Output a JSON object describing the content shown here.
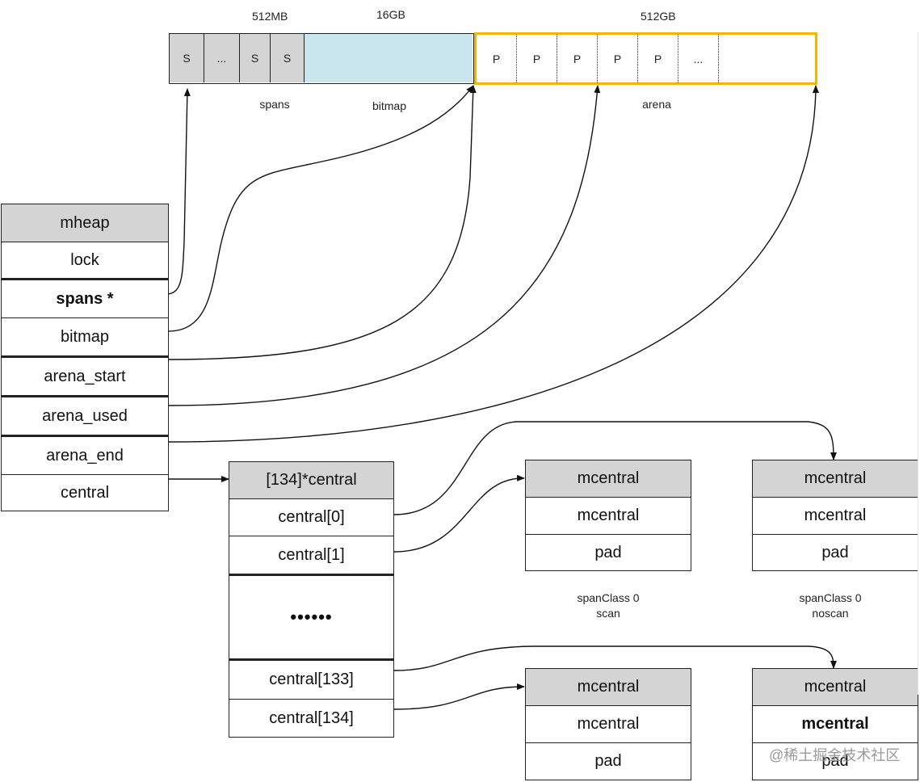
{
  "memory": {
    "sizes": {
      "spans": "512MB",
      "bitmap": "16GB",
      "arena": "512GB"
    },
    "span_cells": [
      "S",
      "...",
      "S",
      "S"
    ],
    "page_cells": [
      "P",
      "P",
      "P",
      "P",
      "P",
      "..."
    ],
    "labels": {
      "spans": "spans",
      "bitmap": "bitmap",
      "arena": "arena"
    },
    "colors": {
      "bitmap_fill": "#c9e6ef",
      "arena_border": "#f2b705",
      "span_fill": "#d4d4d4"
    }
  },
  "mheap": {
    "title": "mheap",
    "fields": [
      "lock",
      "spans *",
      "bitmap",
      "arena_start",
      "arena_used",
      "arena_end",
      "central"
    ]
  },
  "central_array": {
    "title": "[134]*central",
    "rows": [
      "central[0]",
      "central[1]",
      "••••••",
      "central[133]",
      "central[134]"
    ]
  },
  "mcentral_boxes": [
    {
      "title": "mcentral",
      "rows": [
        "mcentral",
        "pad"
      ]
    },
    {
      "title": "mcentral",
      "rows": [
        "mcentral",
        "pad"
      ]
    },
    {
      "title": "mcentral",
      "rows": [
        "mcentral",
        "pad"
      ]
    },
    {
      "title": "mcentral",
      "rows": [
        "mcentral",
        "pad"
      ]
    }
  ],
  "captions": {
    "scan": {
      "line1": "spanClass 0",
      "line2": "scan"
    },
    "noscan": {
      "line1": "spanClass 0",
      "line2": "noscan"
    }
  },
  "watermark": "@稀土掘金技术社区"
}
